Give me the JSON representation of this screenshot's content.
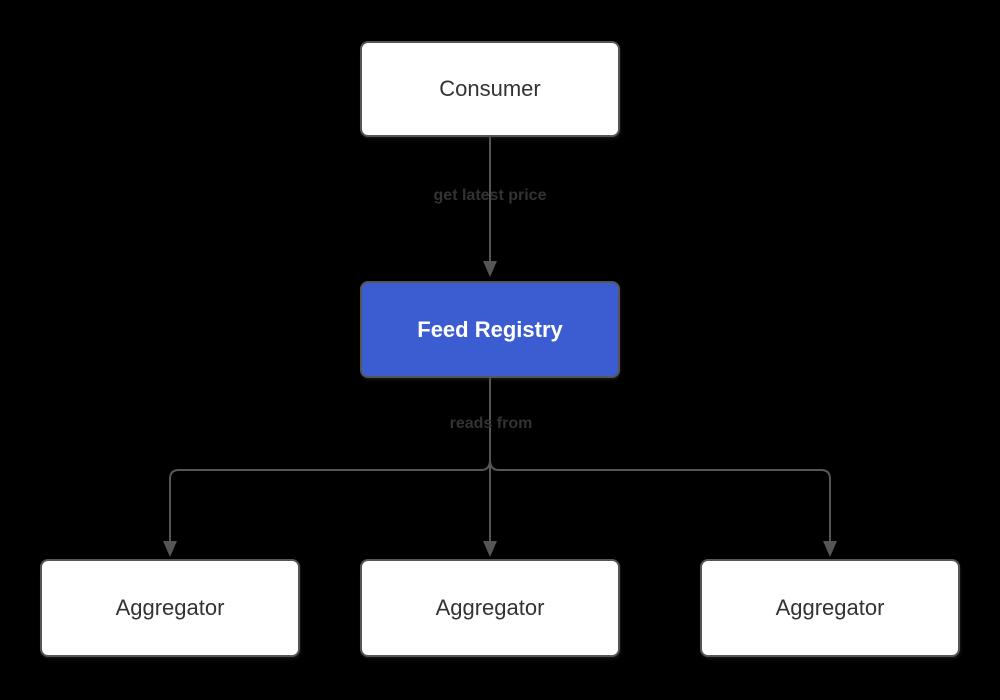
{
  "diagram": {
    "type": "flowchart",
    "background": "#000000",
    "nodes": {
      "consumer": {
        "label": "Consumer"
      },
      "feed_registry": {
        "label": "Feed Registry"
      },
      "aggregator_left": {
        "label": "Aggregator"
      },
      "aggregator_middle": {
        "label": "Aggregator"
      },
      "aggregator_right": {
        "label": "Aggregator"
      }
    },
    "edges": {
      "consumer_to_registry": {
        "label": "get latest price",
        "from": "Consumer",
        "to": "Feed Registry"
      },
      "registry_to_aggregators": {
        "label": "reads from",
        "from": "Feed Registry",
        "to": "Aggregator"
      }
    },
    "icons": {
      "arrowhead_down": "solid triangle ▼"
    },
    "colors": {
      "background": "#000000",
      "node_fill": "#ffffff",
      "node_border": "#565656",
      "node_text": "#333333",
      "accent_fill": "#3c5cd2",
      "accent_text": "#ffffff",
      "edge_line": "#565656",
      "edge_label": "#333333"
    }
  }
}
